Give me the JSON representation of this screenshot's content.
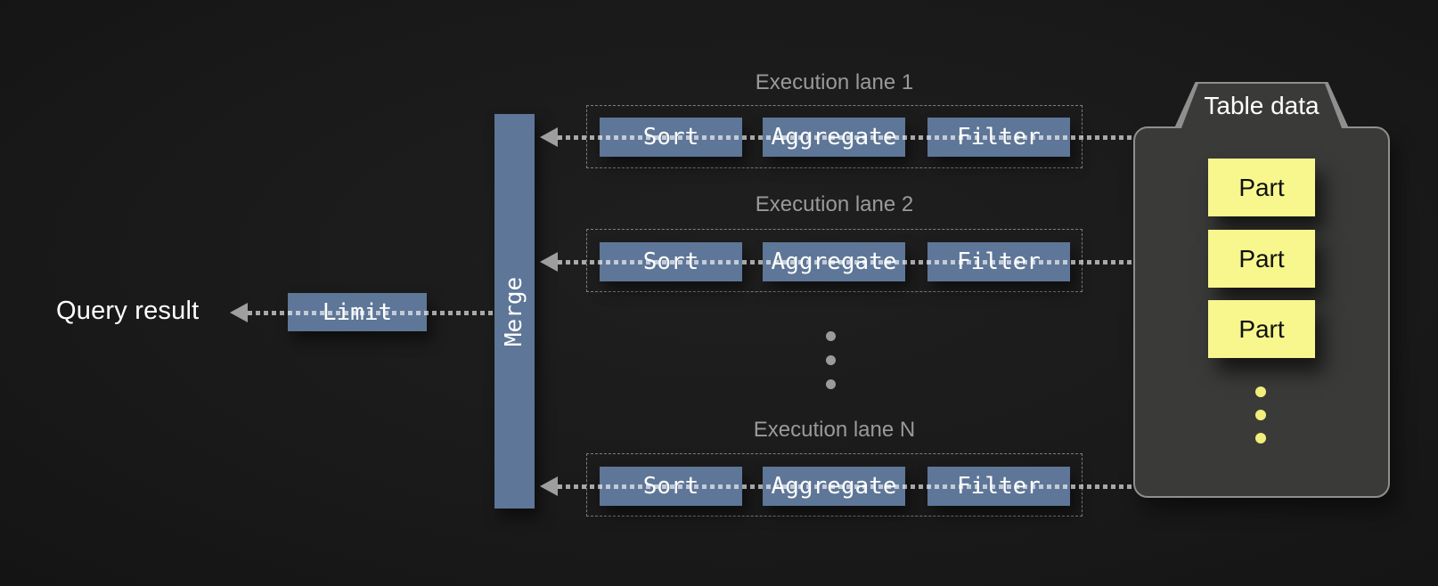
{
  "diagram_title": "query-execution-pipeline",
  "query_result_label": "Query result",
  "limit_label": "Limit",
  "merge_label": "Merge",
  "lanes": [
    {
      "label": "Execution lane 1",
      "operators": [
        "Sort",
        "Aggregate",
        "Filter"
      ]
    },
    {
      "label": "Execution lane 2",
      "operators": [
        "Sort",
        "Aggregate",
        "Filter"
      ]
    },
    {
      "label": "Execution lane N",
      "operators": [
        "Sort",
        "Aggregate",
        "Filter"
      ]
    }
  ],
  "table_data": {
    "title": "Table data",
    "parts": [
      "Part",
      "Part",
      "Part"
    ]
  },
  "colors": {
    "background": "#1b1b1b",
    "operator_box": "#5e7697",
    "part_box": "#f8f78e",
    "lane_label": "#9a9a9a",
    "container_fill": "#3a3a38",
    "container_border": "#8f8f8f",
    "arrow": "#9e9e9e",
    "gray_dot": "#9b9b9b",
    "yellow_dot": "#f1ee7b"
  }
}
